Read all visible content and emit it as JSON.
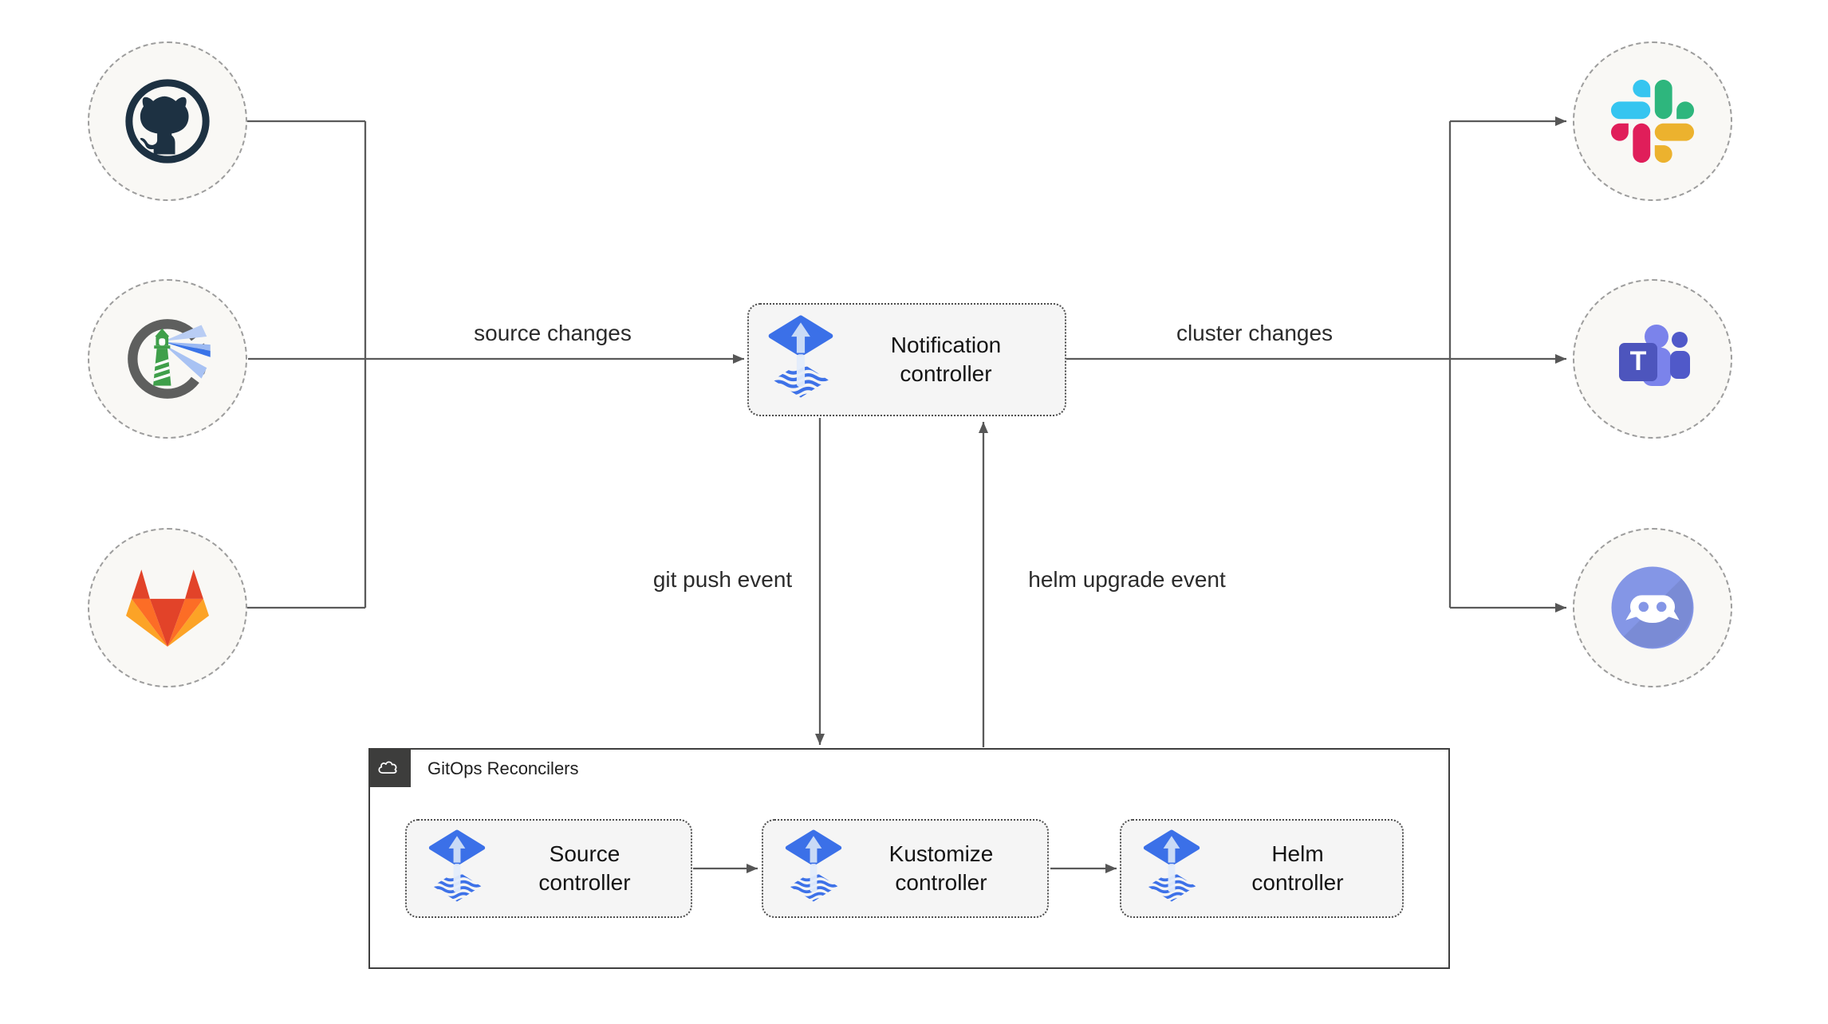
{
  "edges": {
    "source_changes": "source changes",
    "cluster_changes": "cluster changes",
    "git_push_event": "git push event",
    "helm_upgrade_event": "helm upgrade event"
  },
  "nodes": {
    "notification": {
      "lines": [
        "Notification",
        "controller"
      ]
    },
    "source": {
      "lines": [
        "Source",
        "controller"
      ]
    },
    "kustomize": {
      "lines": [
        "Kustomize",
        "controller"
      ]
    },
    "helm": {
      "lines": [
        "Helm",
        "controller"
      ]
    }
  },
  "reconcilers_container": {
    "title": "GitOps Reconcilers"
  },
  "providers": {
    "left": [
      {
        "icon": "github-icon"
      },
      {
        "icon": "harbor-icon"
      },
      {
        "icon": "gitlab-icon"
      }
    ],
    "right": [
      {
        "icon": "slack-icon"
      },
      {
        "icon": "ms-teams-icon"
      },
      {
        "icon": "discord-icon"
      }
    ]
  },
  "colors": {
    "flux_blue": "#3b70e8",
    "flux_arrow_light": "#c9daf6",
    "connector_gray": "#5a5a5a",
    "node_fill": "#f5f5f5",
    "node_border": "#4d4d4d",
    "circle_fill": "#f9f8f5",
    "circle_border": "#9d9d9d",
    "container_border": "#3f3f3f",
    "corner_square": "#3d3d3c",
    "github_dark": "#1d3142",
    "harbor_gray": "#5e5f5e",
    "harbor_green": "#3f9f4a",
    "gitlab_red": "#e24329",
    "gitlab_orange": "#fc6d26",
    "gitlab_amber": "#fca326",
    "slack_blue": "#36C5F0",
    "slack_green": "#2EB67D",
    "slack_yellow": "#ECB22E",
    "slack_pink": "#E01E5A",
    "teams_indigo": "#4D55BD",
    "teams_light": "#7B83EB",
    "teams_mid": "#5059C9",
    "discord_blurple": "#8496e6"
  }
}
